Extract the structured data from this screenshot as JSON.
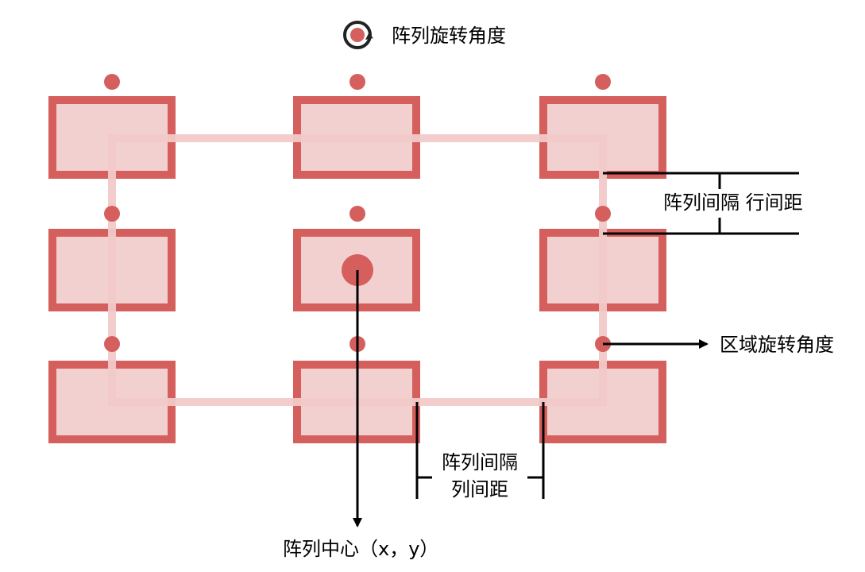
{
  "labels": {
    "array_rotation": "阵列旋转角度",
    "row_spacing": "阵列间隔 行间距",
    "region_rotation": "区域旋转角度",
    "column_spacing_line1": "阵列间隔",
    "column_spacing_line2": "列间距",
    "array_center": "阵列中心（x，y）"
  },
  "icons": {
    "rotation": "rotate-cw-icon"
  },
  "colors": {
    "element_fill": "#f2d0d0",
    "element_stroke": "#d45f5c",
    "dot": "#d45f5c",
    "region_outline": "#f2c9c9",
    "annotation": "#000000"
  }
}
